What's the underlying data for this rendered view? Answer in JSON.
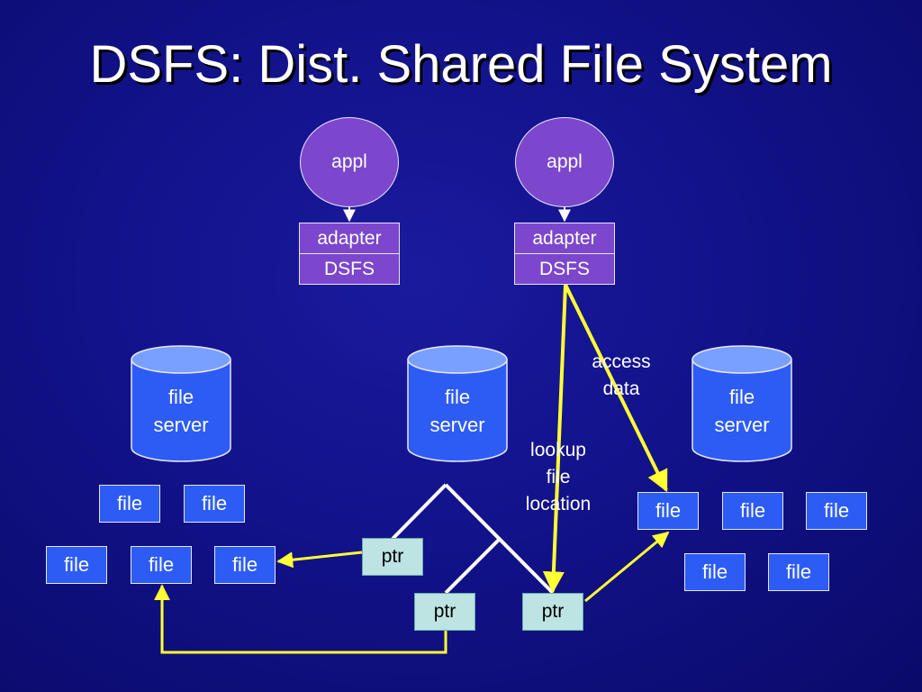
{
  "title": "DSFS: Dist. Shared File System",
  "applications": [
    {
      "label": "appl",
      "layers": [
        "adapter",
        "DSFS"
      ]
    },
    {
      "label": "appl",
      "layers": [
        "adapter",
        "DSFS"
      ]
    }
  ],
  "file_servers": [
    {
      "line1": "file",
      "line2": "server"
    },
    {
      "line1": "file",
      "line2": "server"
    },
    {
      "line1": "file",
      "line2": "server"
    }
  ],
  "left_files": [
    "file",
    "file",
    "file",
    "file",
    "file"
  ],
  "right_files": [
    "file",
    "file",
    "file",
    "file",
    "file"
  ],
  "pointers": [
    "ptr",
    "ptr",
    "ptr"
  ],
  "annotations": {
    "access_data": [
      "access",
      "data"
    ],
    "lookup_file_location": [
      "lookup",
      "file",
      "location"
    ]
  },
  "colors": {
    "background": "#12128a",
    "appl_fill": "#7c47cc",
    "file_fill": "#2d5cf5",
    "ptr_fill": "#bde3e3",
    "arrow": "#ffff33"
  }
}
